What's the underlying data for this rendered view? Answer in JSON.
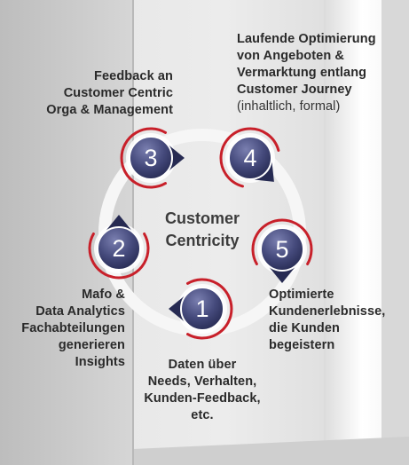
{
  "center_label": [
    "Customer",
    "Centricity"
  ],
  "steps": [
    {
      "number": "1",
      "lines": [
        "Daten über",
        "Needs, Verhalten,",
        "Kunden-Feedback,",
        "etc."
      ]
    },
    {
      "number": "2",
      "lines": [
        "Mafo &",
        "Data Analytics",
        "Fachabteilungen",
        "generieren",
        "Insights"
      ]
    },
    {
      "number": "3",
      "lines": [
        "Feedback an",
        "Customer Centric",
        "Orga & Management"
      ]
    },
    {
      "number": "4",
      "lines": [
        "Laufende Optimierung",
        "von Angeboten &",
        "Vermarktung entlang",
        "Customer Journey"
      ],
      "sub": "(inhaltlich, formal)"
    },
    {
      "number": "5",
      "lines": [
        "Optimierte",
        "Kundenerlebnisse,",
        "die Kunden",
        "begeistern"
      ]
    }
  ],
  "colors": {
    "node_fill": "#3b3f6e",
    "node_highlight": "#7a7fb0",
    "ring_red": "#c8202a",
    "cycle_ring": "#f4f4f4",
    "text": "#2a2a2a"
  }
}
